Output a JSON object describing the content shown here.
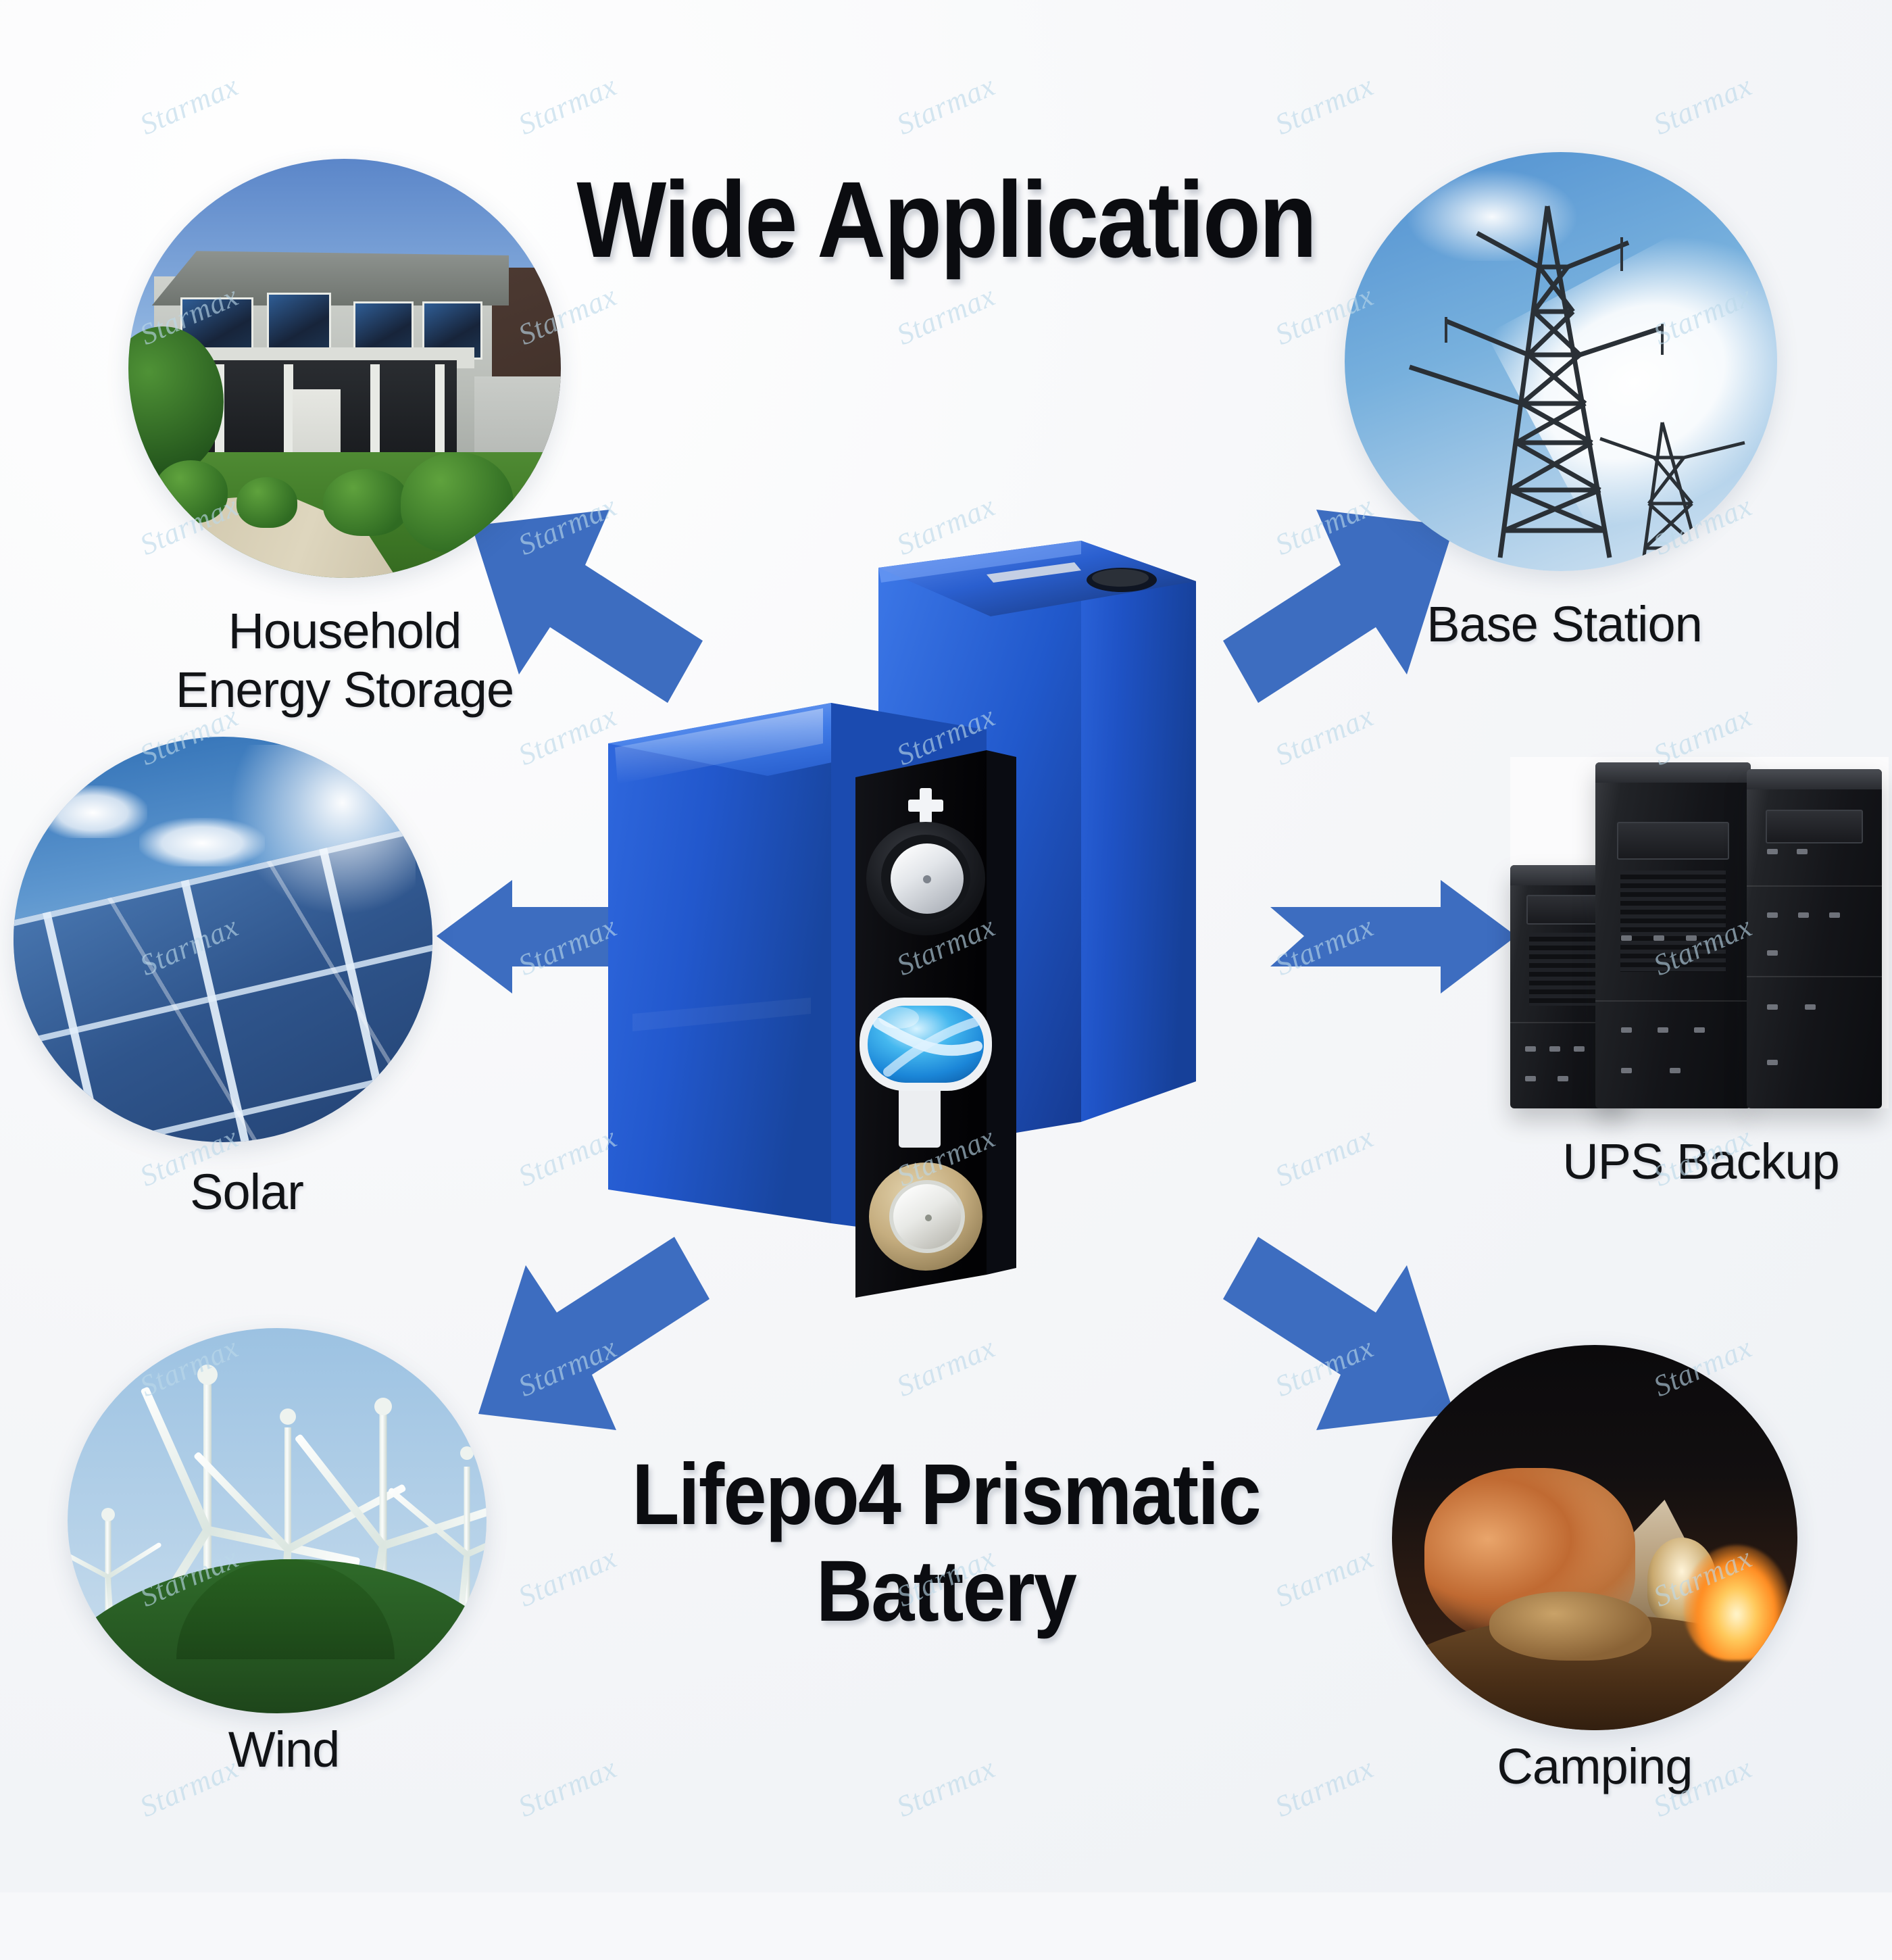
{
  "page": {
    "title": "Wide Application",
    "product_caption_line1": "Lifepo4 Prismatic",
    "product_caption_line2": "Battery",
    "watermark_text": "Starmax",
    "background_color": "#f5f7f9",
    "arrow_color": "#3d6dc0",
    "label_color": "#111316"
  },
  "applications": [
    {
      "id": "household-energy-storage",
      "label_line1": "Household",
      "label_line2": "Energy Storage",
      "image": "suburban-house-photo",
      "image_shape": "circle",
      "position": "top-left",
      "arrow_direction": "up-left"
    },
    {
      "id": "solar",
      "label_line1": "Solar",
      "label_line2": "",
      "image": "solar-panels-photo",
      "image_shape": "circle",
      "position": "middle-left",
      "arrow_direction": "left"
    },
    {
      "id": "wind",
      "label_line1": "Wind",
      "label_line2": "",
      "image": "wind-turbines-photo",
      "image_shape": "circle",
      "position": "bottom-left",
      "arrow_direction": "down-left"
    },
    {
      "id": "base-station",
      "label_line1": "Base Station",
      "label_line2": "",
      "image": "transmission-tower-photo",
      "image_shape": "circle",
      "position": "top-right",
      "arrow_direction": "up-right"
    },
    {
      "id": "ups-backup",
      "label_line1": "UPS Backup",
      "label_line2": "",
      "image": "ups-cabinets-photo",
      "image_shape": "cutout",
      "position": "middle-right",
      "arrow_direction": "right"
    },
    {
      "id": "camping",
      "label_line1": "Camping",
      "label_line2": "",
      "image": "campfire-tent-photo",
      "image_shape": "circle",
      "position": "bottom-right",
      "arrow_direction": "down-right"
    }
  ],
  "product": {
    "name": "lifepo4-prismatic-battery-cell",
    "case_color": "#1f51c4",
    "terminal_strip_color": "#0a0a0c",
    "positive_marker": "+",
    "positive_terminal_color": "#d8dade",
    "negative_terminal_color": "#c9b68c",
    "vent_color": "#2fa8e8"
  }
}
